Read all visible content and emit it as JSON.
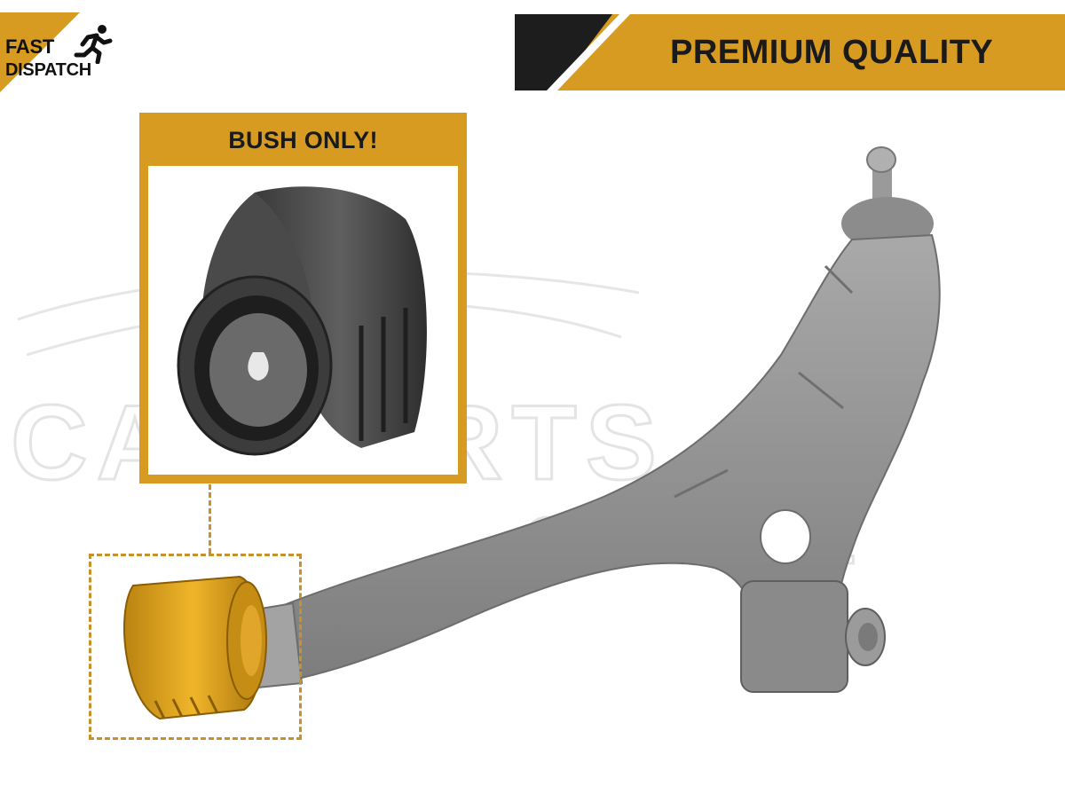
{
  "badge": {
    "line1": "FAST",
    "line2": "DISPATCH",
    "icon": "running-person-icon"
  },
  "banner": {
    "label": "PREMIUM QUALITY"
  },
  "callout": {
    "title": "BUSH ONLY!"
  },
  "watermark": {
    "line1": "CARPARTS",
    "line2": "CENTRE"
  },
  "colors": {
    "accent": "#d79b21",
    "dark": "#1a1a1a",
    "part_grey": "#8e8e8e",
    "bush_gold": "#d9a21a"
  }
}
